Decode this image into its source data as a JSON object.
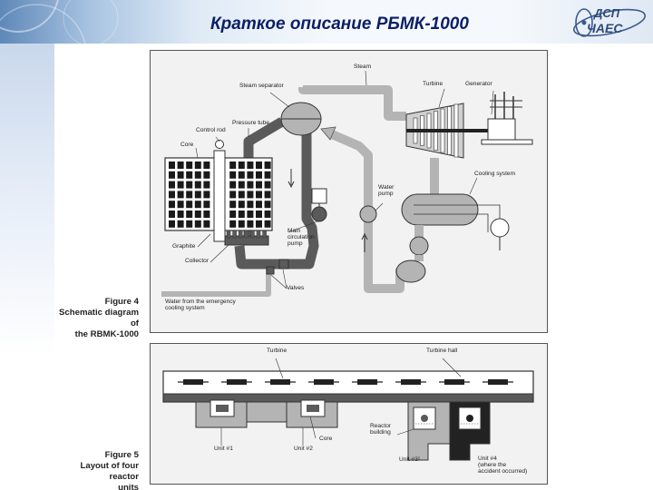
{
  "header": {
    "title": "Краткое описание РБМК-1000"
  },
  "logo": {
    "top_text": "ДСП",
    "bottom_text": "ЧАЕС"
  },
  "figure4": {
    "caption": [
      "Figure 4",
      "Schematic diagram of",
      "the RBMK-1000"
    ],
    "labels": {
      "steam": "Steam",
      "steam_separator": "Steam separator",
      "turbine": "Turbine",
      "generator": "Generator",
      "control_rod": "Control rod",
      "pressure_tube": "Pressure tube",
      "core": "Core",
      "cooling_system": "Cooling system",
      "water_pump": [
        "Water",
        "pump"
      ],
      "main_circulation_pump": [
        "Main",
        "circulation",
        "pump"
      ],
      "graphite": "Graphite",
      "collector": "Collector",
      "valves": "Valves",
      "emergency": [
        "Water from the emergency",
        "cooling system"
      ]
    }
  },
  "figure5": {
    "caption": [
      "Figure 5",
      "Layout of four reactor",
      "units"
    ],
    "labels": {
      "turbine": "Turbine",
      "turbine_hall": "Turbine hall",
      "reactor_building": [
        "Reactor",
        "building"
      ],
      "core": "Core",
      "unit1": "Unit #1",
      "unit2": "Unit #2",
      "unit3": "Unit #3",
      "unit4": [
        "Unit #4",
        "(where the",
        "accident occurred)"
      ]
    }
  },
  "colors": {
    "title": "#0b1f66",
    "pipe": "#b4b4b4",
    "dark_pipe": "#5a5a5a",
    "panel": "#f2f2f2"
  }
}
